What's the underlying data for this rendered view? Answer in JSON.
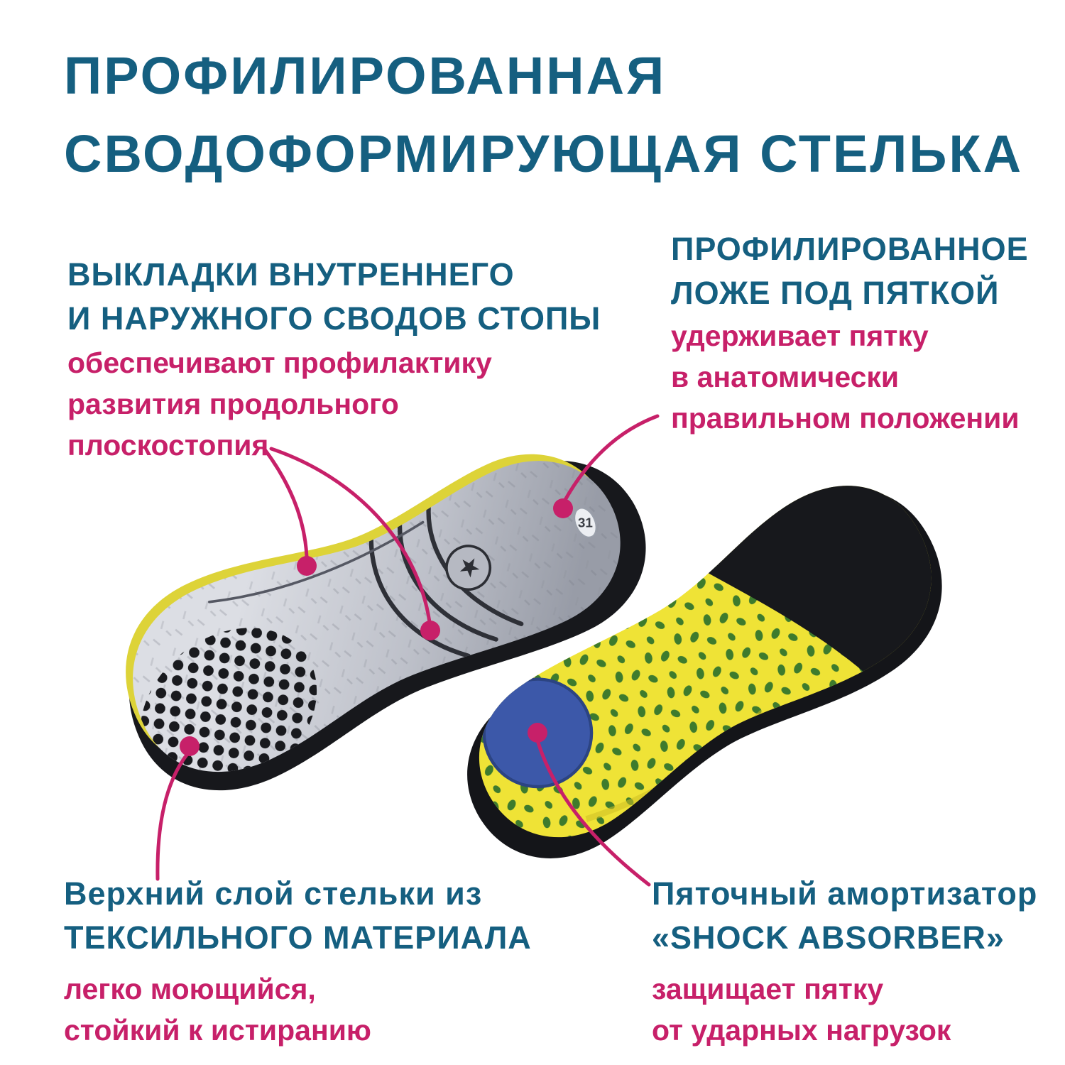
{
  "colors": {
    "heading_blue": "#155f80",
    "accent_magenta": "#c72069",
    "background": "#ffffff",
    "insole_top_gray": "#c3c6ce",
    "insole_base_yellow": "#efe336",
    "speckle_green": "#3e7b2d",
    "shock_absorber_blue": "#3c58a9",
    "rubber_black": "#17181c"
  },
  "title": {
    "line1": "ПРОФИЛИРОВАННАЯ",
    "line2": "СВОДОФОРМИРУЮЩАЯ СТЕЛЬКА"
  },
  "callouts": {
    "arch_pads": {
      "heading": [
        "ВЫКЛАДКИ ВНУТРЕННЕГО",
        "И НАРУЖНОГО СВОДОВ СТОПЫ"
      ],
      "body": [
        "обеспечивают профилактику",
        "развития продольного",
        "плоскостопия"
      ]
    },
    "heel_bed": {
      "heading": [
        "ПРОФИЛИРОВАННОЕ",
        "ЛОЖЕ ПОД ПЯТКОЙ"
      ],
      "body": [
        "удерживает пятку",
        "в анатомически",
        "правильном положении"
      ]
    },
    "textile_layer": {
      "heading": [
        "Верхний слой стельки из",
        "ТЕКСИЛЬНОГО МАТЕРИАЛА"
      ],
      "body": [
        "легко моющийся,",
        "стойкий к истиранию"
      ]
    },
    "shock_absorber": {
      "heading": [
        "Пяточный амортизатор",
        "«SHOCK ABSORBER»"
      ],
      "body": [
        "защищает пятку",
        "от ударных нагрузок"
      ]
    }
  },
  "insole_markings": {
    "size_label": "31",
    "stamp_glyph": "★"
  }
}
